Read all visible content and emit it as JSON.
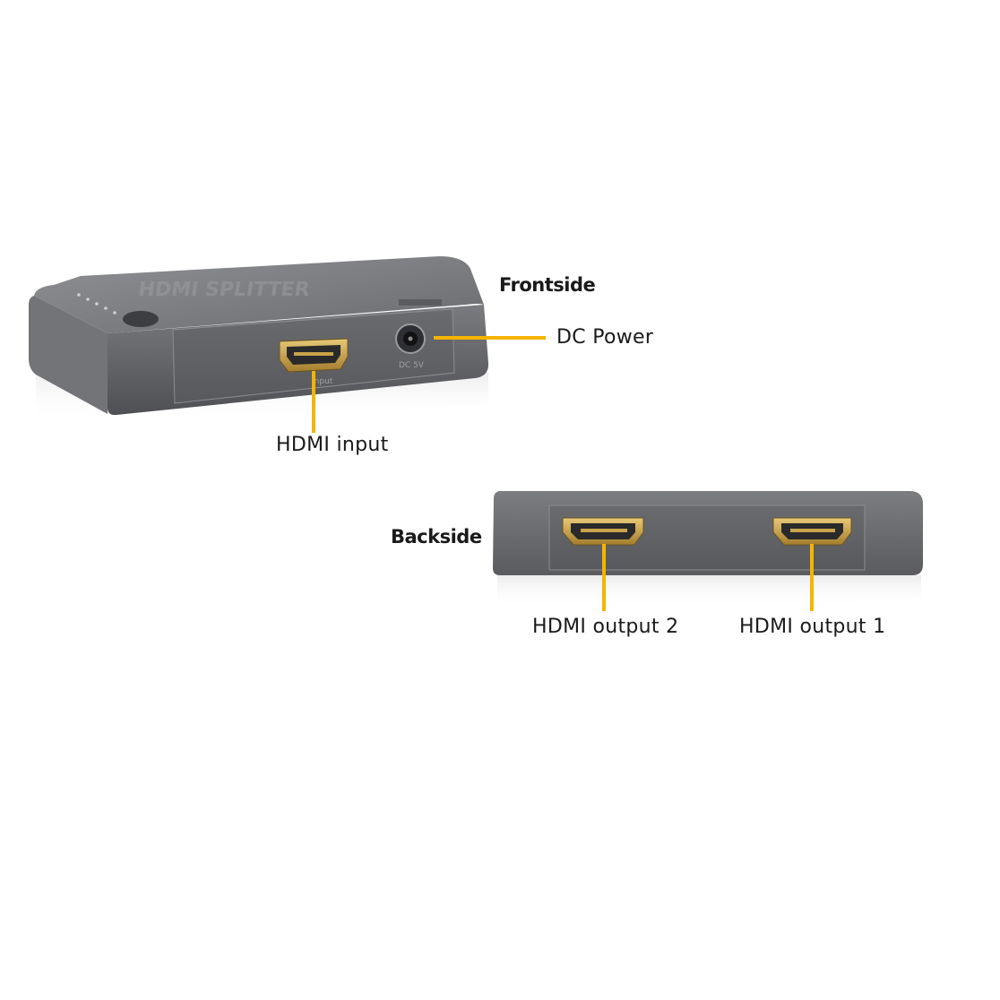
{
  "labels": {
    "frontside": "Frontside",
    "backside": "Backside",
    "dc_power": "DC Power",
    "hdmi_input": "HDMI input",
    "hdmi_output_2": "HDMI output 2",
    "hdmi_output_1": "HDMI output 1"
  },
  "device": {
    "logo_text": "HDMI SPLITTER",
    "port_label_input": "Input",
    "port_label_dc": "DC 5V"
  },
  "colors": {
    "background": "#ffffff",
    "callout_line": "#f5b400",
    "device_body": "#6e6f72",
    "device_top": "#8a8b8e",
    "port_gold": "#c9a24a",
    "text": "#1a1a1a"
  },
  "icons": {
    "front_device": "hdmi-splitter-front-photo",
    "back_device": "hdmi-splitter-back-photo"
  }
}
